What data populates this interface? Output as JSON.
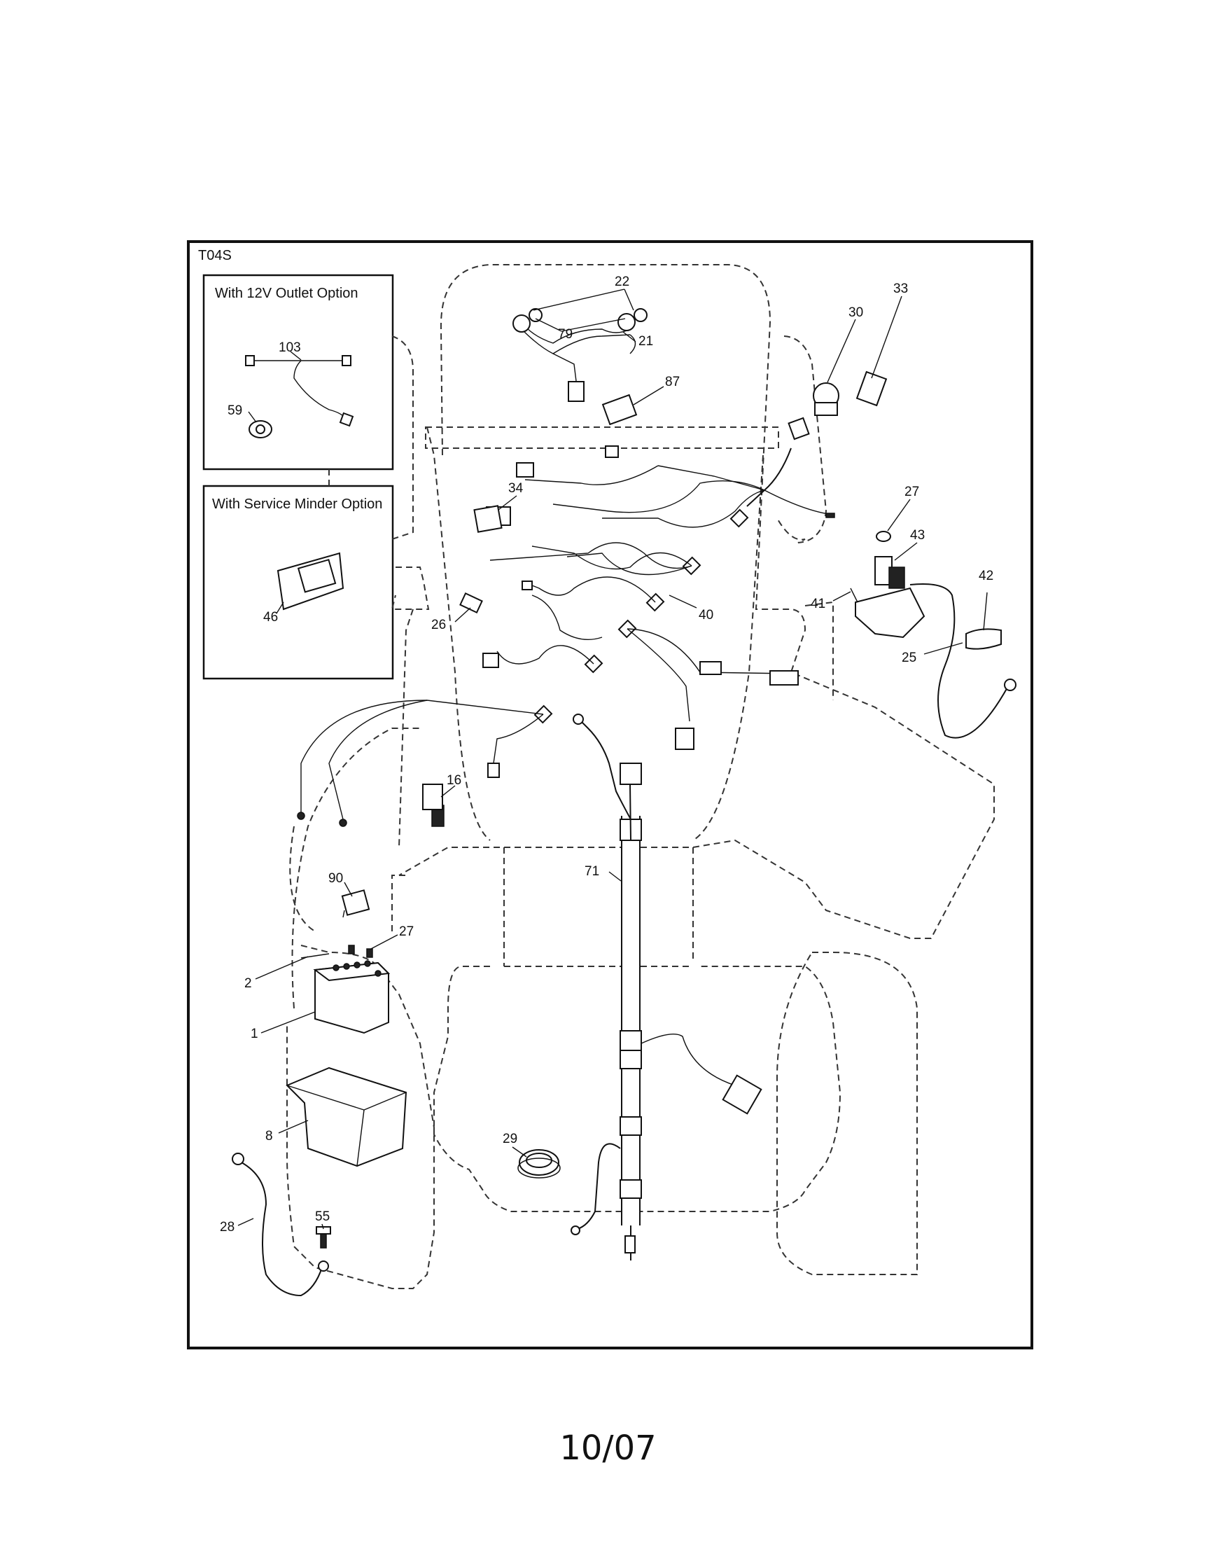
{
  "diagram": {
    "code": "T04S",
    "insets": [
      {
        "title": "With 12V Outlet Option"
      },
      {
        "title": "With Service Minder Option"
      }
    ],
    "callouts": [
      "22",
      "79",
      "21",
      "87",
      "33",
      "30",
      "27",
      "43",
      "41",
      "42",
      "25",
      "34",
      "40",
      "26",
      "16",
      "71",
      "90",
      "2",
      "27",
      "1",
      "8",
      "29",
      "28",
      "55",
      "103",
      "59",
      "46"
    ]
  },
  "footer": {
    "date": "10/07"
  }
}
